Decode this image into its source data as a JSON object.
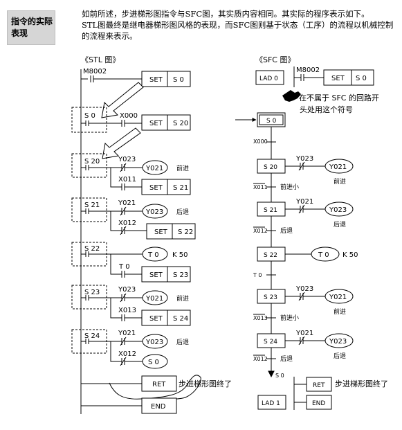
{
  "sidebar": {
    "title_line1": "指令的实际",
    "title_line2": "表现"
  },
  "intro": {
    "line1": "如前所述，步进梯形图指令与SFC图，其实质内容相同。其实际的程序表示如下。",
    "line2": "STL图最终是继电器梯形图风格的表现，而SFC图则基于状态（工序）的流程以机械控制的流程来表示。"
  },
  "stl": {
    "heading": "《STL 图》",
    "m8002": "M8002",
    "set_label": "SET",
    "set_s0": "S 0",
    "s0": "S 0",
    "x000": "X000",
    "set_s20": "S 20",
    "s20": "S 20",
    "y023_a": "Y023",
    "y021_coil_a": "Y021",
    "forward_a": "前进",
    "x011": "X011",
    "set_s21": "S 21",
    "s21": "S 21",
    "y021_a": "Y021",
    "y023_coil_a": "Y023",
    "backward_a": "后退",
    "x012_a": "X012",
    "set_s22": "S 22",
    "s22": "S 22",
    "t0_coil": "T  0",
    "k50": "K 50",
    "t0_contact": "T  0",
    "set_s23": "S 23",
    "s23": "S 23",
    "y023_b": "Y023",
    "y021_coil_b": "Y021",
    "forward_b": "前进",
    "x013": "X013",
    "set_s24": "S 24",
    "s24": "S 24",
    "y021_b": "Y021",
    "y023_coil_b": "Y023",
    "backward_b": "后退",
    "x012_b": "X012",
    "s0_coil": "S  0",
    "ret": "RET",
    "end": "END",
    "ret_note": "步进梯形图终了"
  },
  "sfc": {
    "heading": "《SFC 图》",
    "lad0": "LAD 0",
    "m8002": "M8002",
    "set_label": "SET",
    "set_s0": "S  0",
    "note_line1": "在不属于 SFC 的回路开",
    "note_line2": "头处用这个符号",
    "s0": "S 0",
    "x000": "X000",
    "s20": "S 20",
    "y023_a": "Y023",
    "y021_a": "Y021",
    "forward_a": "前进",
    "x011": "X011",
    "forward_small": "前进小",
    "s21": "S 21",
    "y021_b": "Y021",
    "y023_a_coil": "Y023",
    "backward_a": "后退",
    "x012_a": "X012",
    "backward_t1": "后退",
    "s22": "S 22",
    "t0_coil": "T  0",
    "k50": "K 50",
    "t0": "T  0",
    "s23": "S 23",
    "y023_b": "Y023",
    "y021_c": "Y021",
    "forward_b": "前进",
    "x013": "X013",
    "forward_small_b": "前进小",
    "s24": "S 24",
    "y021_d": "Y021",
    "y023_c": "Y023",
    "backward_b": "后退",
    "x012_b": "X012",
    "backward_t2": "后退",
    "jump_s0": "S 0",
    "ret": "RET",
    "ret_note": "步进梯形图终了",
    "lad1": "LAD 1",
    "end": "END"
  }
}
